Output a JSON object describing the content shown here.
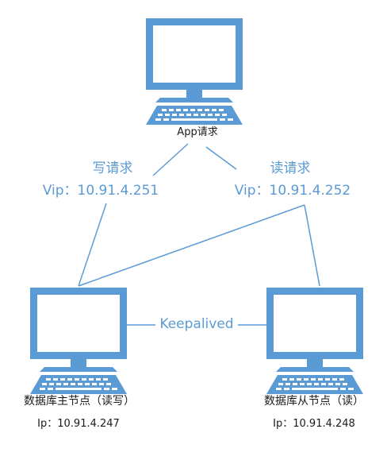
{
  "colors": {
    "accent": "#5b9bd5",
    "screen_fill": "#ffffff",
    "text": "#1a1a1a"
  },
  "icons": {
    "client": "computer-icon",
    "master": "computer-icon",
    "slave": "computer-icon"
  },
  "app": {
    "label": "App请求"
  },
  "write_path": {
    "title": "写请求",
    "vip": "Vip：10.91.4.251"
  },
  "read_path": {
    "title": "读请求",
    "vip": "Vip：10.91.4.252"
  },
  "keepalived": {
    "label": "Keepalived"
  },
  "master_node": {
    "name": "数据库主节点（读写）",
    "ip": "Ip：10.91.4.247"
  },
  "slave_node": {
    "name": "数据库从节点（读）",
    "ip": "Ip：10.91.4.248"
  }
}
